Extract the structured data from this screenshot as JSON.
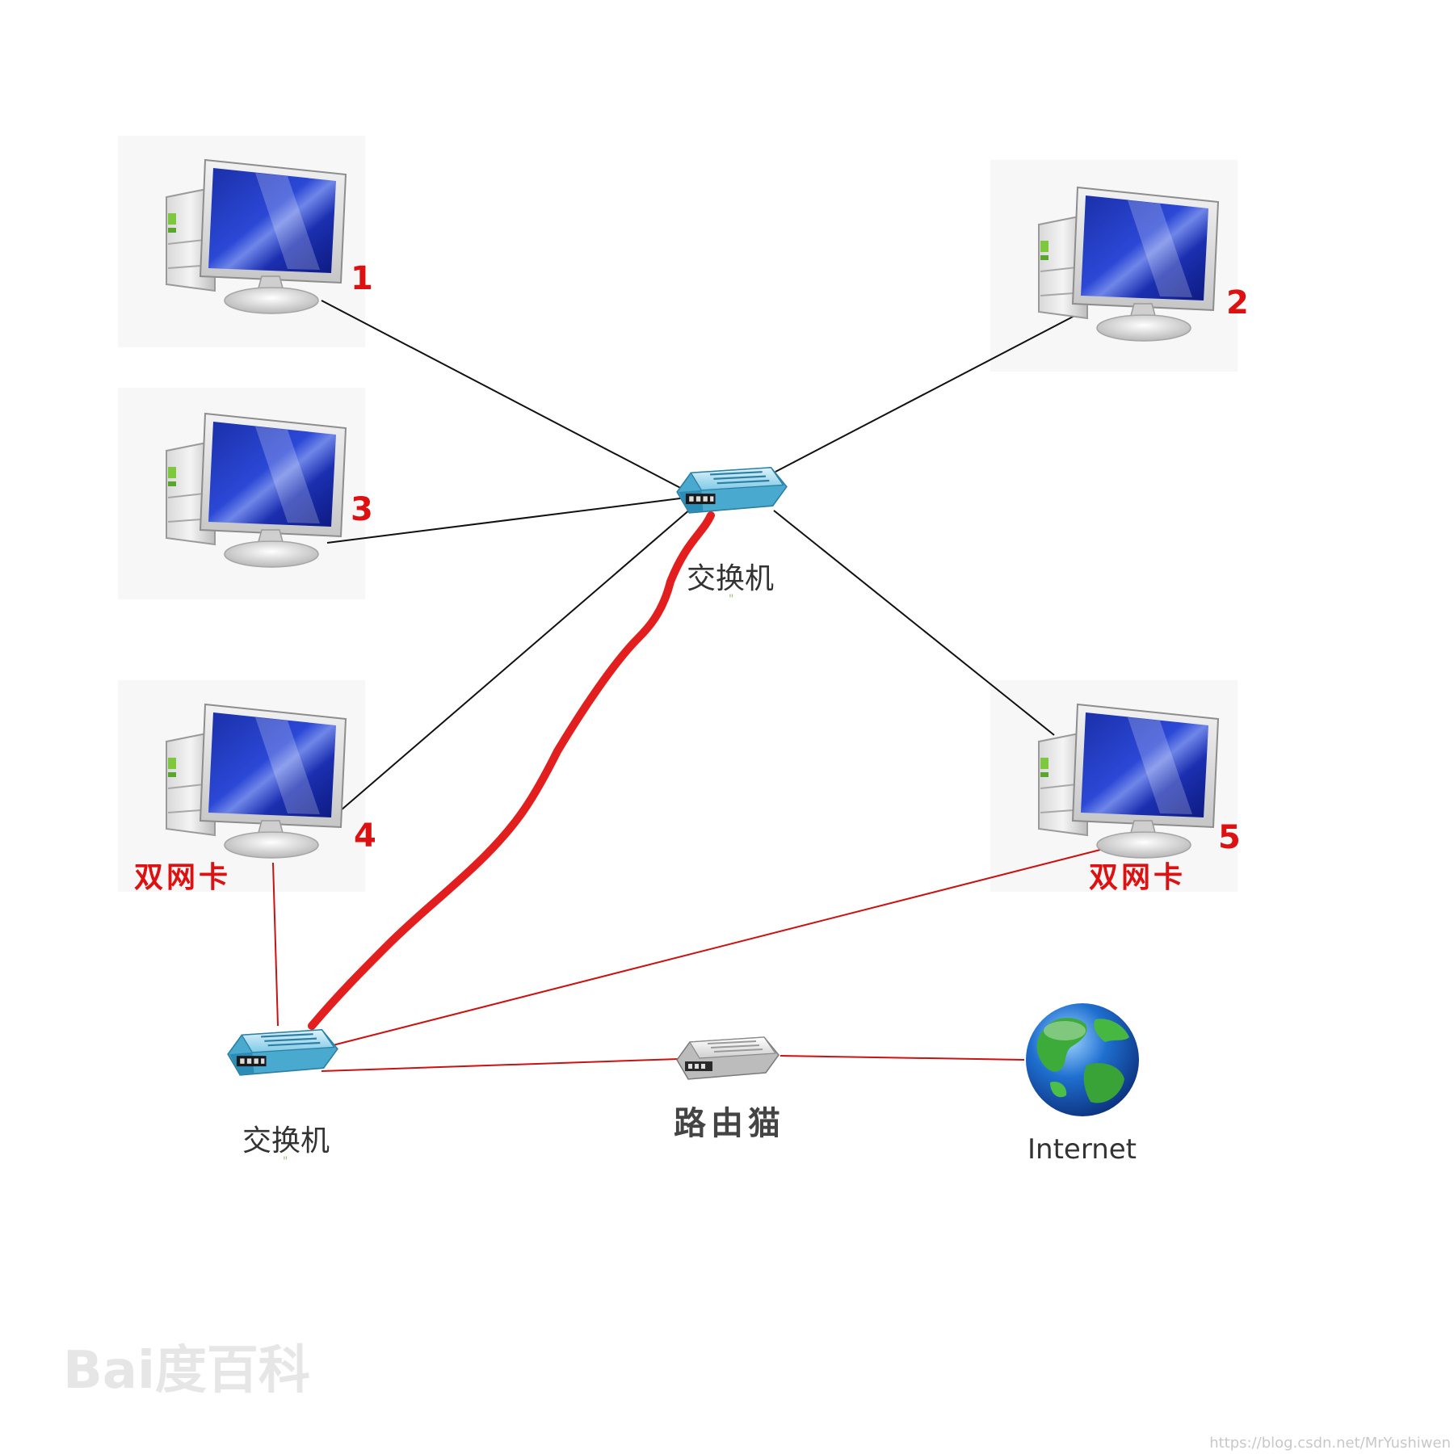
{
  "colors": {
    "label_red": "#dd1111",
    "black_line": "#111111",
    "red_line": "#cc1111",
    "device_text": "#333333",
    "watermark": "#e6e6e6"
  },
  "computers": [
    {
      "id": "pc1",
      "number": "1"
    },
    {
      "id": "pc2",
      "number": "2"
    },
    {
      "id": "pc3",
      "number": "3"
    },
    {
      "id": "pc4",
      "number": "4",
      "nic": "双网卡"
    },
    {
      "id": "pc5",
      "number": "5",
      "nic": "双网卡"
    }
  ],
  "switches": {
    "top_label": "交换机",
    "bottom_label": "交换机"
  },
  "modem": {
    "label": "路由猫"
  },
  "internet": {
    "label": "Internet",
    "icon": "globe-icon"
  },
  "watermark": {
    "logo": "Bai度百科",
    "url": "https://blog.csdn.net/MrYushiwen"
  }
}
